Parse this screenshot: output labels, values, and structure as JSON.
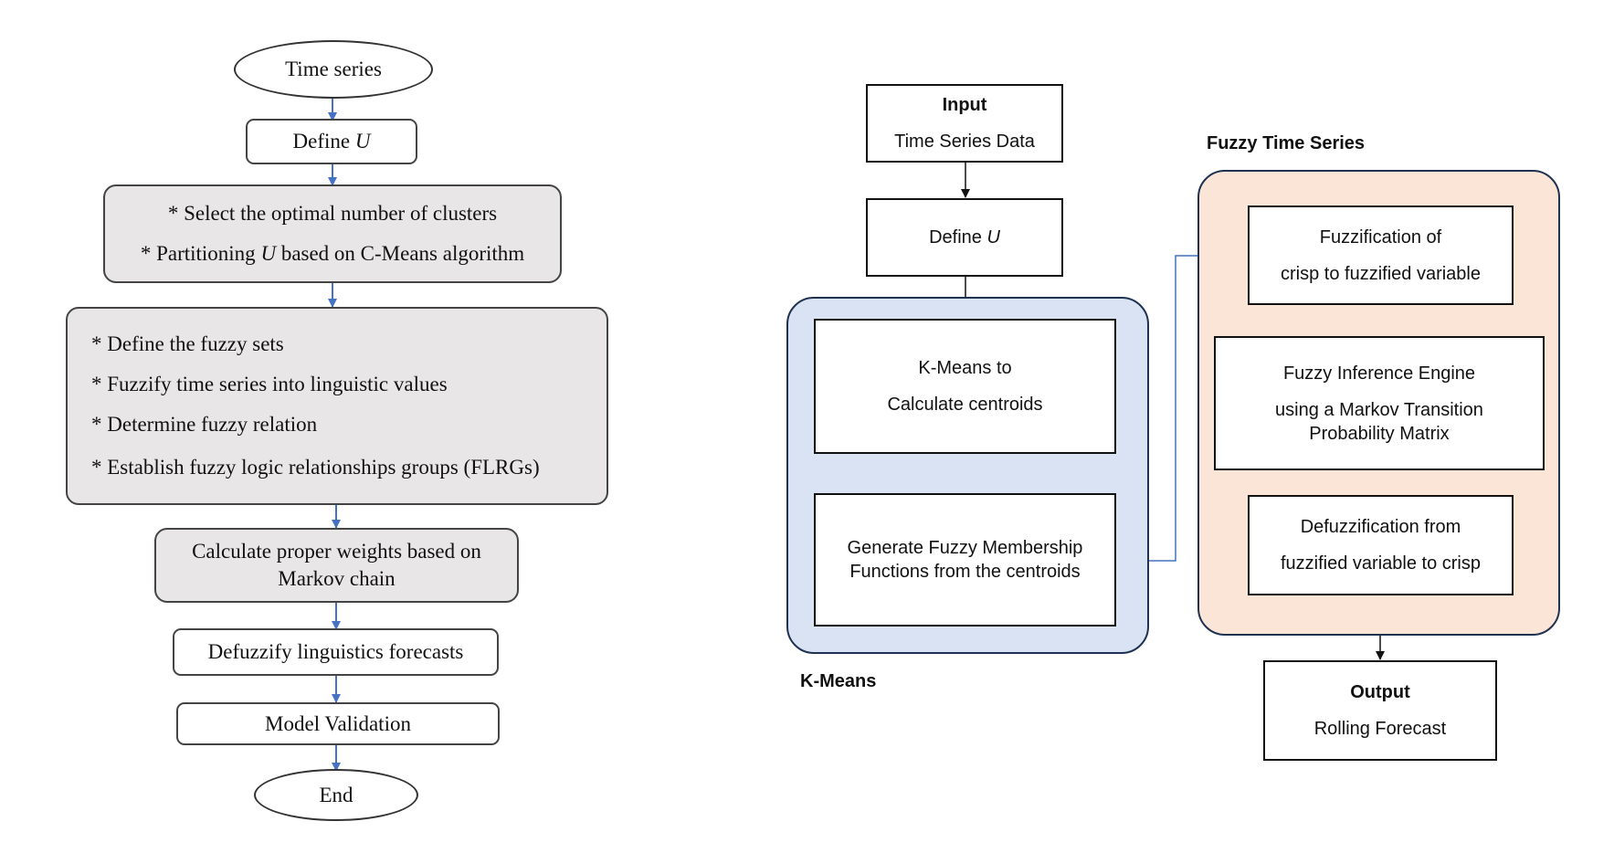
{
  "left_flowchart": {
    "start": "Time series",
    "define_u": {
      "prefix": "Define ",
      "var": "U"
    },
    "clusters": {
      "line1": "* Select the optimal number of clusters",
      "line2_prefix": "* Partitioning ",
      "line2_var": "U",
      "line2_suffix": " based on C-Means algorithm"
    },
    "fuzzy_steps": [
      "*  Define the fuzzy sets",
      "* Fuzzify time series into linguistic values",
      "* Determine fuzzy relation",
      "* Establish fuzzy logic relationships groups (FLRGs)"
    ],
    "weights": {
      "line1": "Calculate proper weights based on",
      "line2": "Markov chain"
    },
    "defuzzify": "Defuzzify linguistics forecasts",
    "validation": "Model Validation",
    "end": "End"
  },
  "right_flowchart": {
    "input": {
      "title": "Input",
      "text": "Time Series Data"
    },
    "define_u": {
      "prefix": "Define ",
      "var": "U"
    },
    "kmeans_group_label": "K-Means",
    "kmeans_centroids": {
      "line1": "K-Means to",
      "line2": "Calculate centroids"
    },
    "membership": {
      "line1": "Generate Fuzzy Membership",
      "line2": "Functions from the centroids"
    },
    "fts_group_label": "Fuzzy Time Series",
    "fuzzification": {
      "line1": "Fuzzification of",
      "line2": "crisp to fuzzified variable"
    },
    "inference": {
      "line1": "Fuzzy Inference Engine",
      "line2": "using a Markov Transition",
      "line3": "Probability Matrix"
    },
    "defuzzification": {
      "line1": "Defuzzification from",
      "line2": "fuzzified variable to crisp"
    },
    "output": {
      "title": "Output",
      "text": "Rolling Forecast"
    }
  },
  "colors": {
    "left_arrow": "#4472c4",
    "gray_fill": "#e8e6e6",
    "kmeans_fill": "#dae3f3",
    "fts_fill": "#fbe5d6",
    "group_border": "#1f3251",
    "connector": "#4472c4"
  }
}
